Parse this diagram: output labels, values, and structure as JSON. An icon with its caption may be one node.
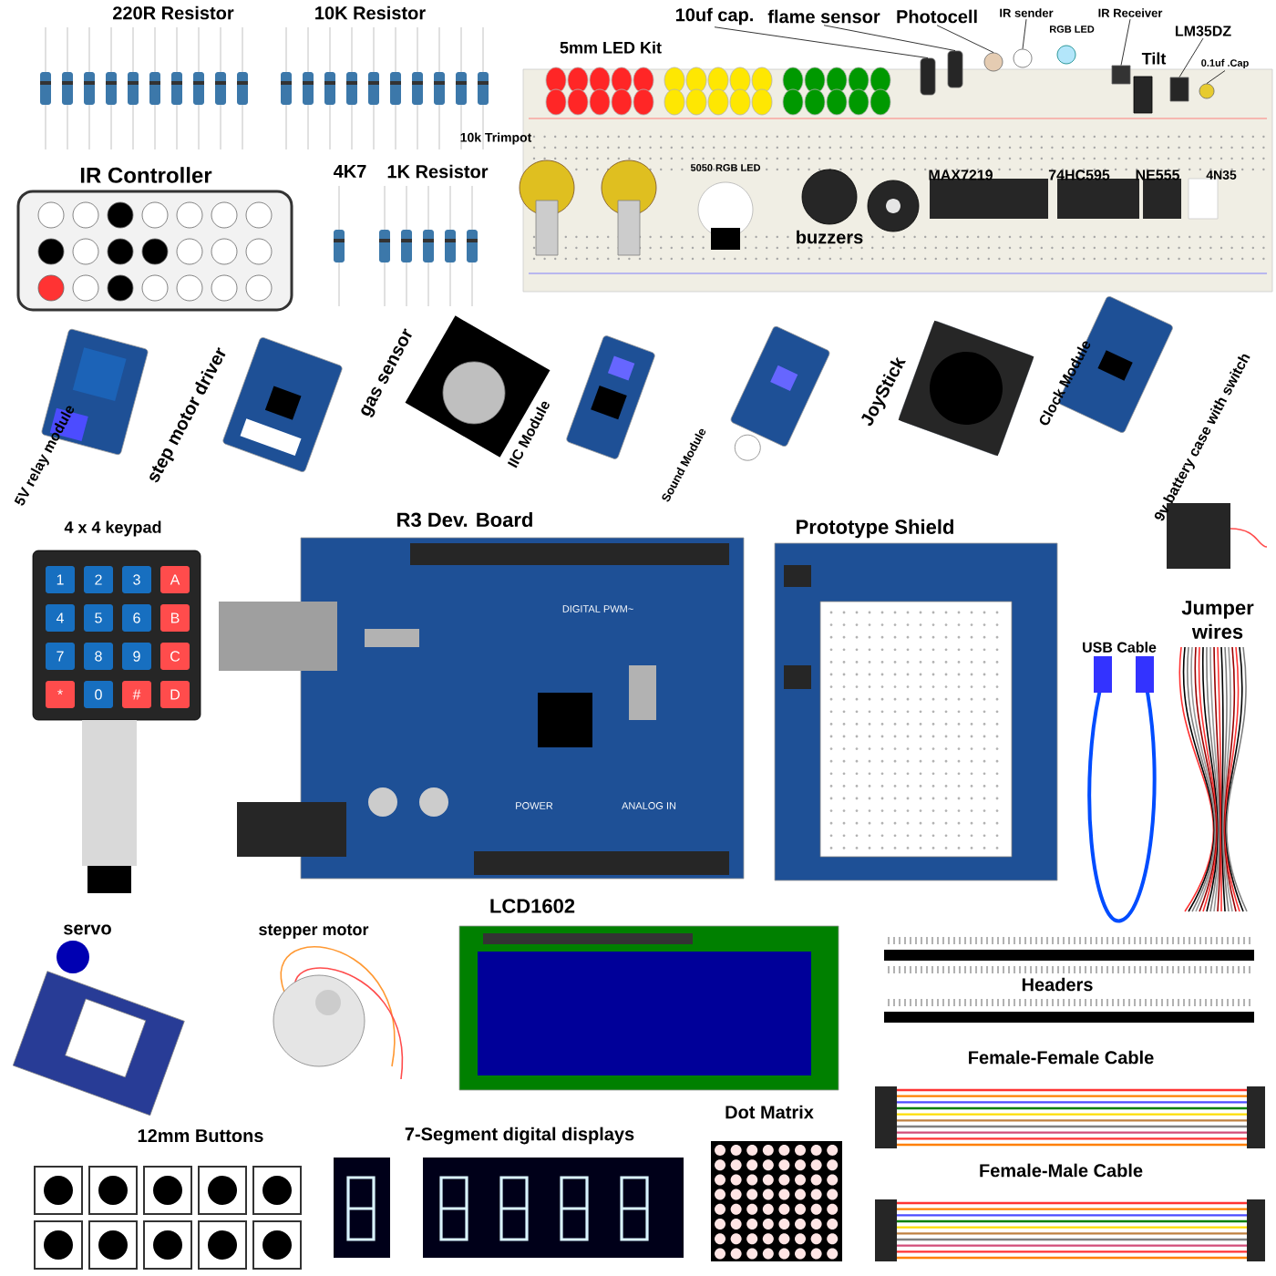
{
  "diagram": {
    "nodes": [
      {
        "text": [
          "10uf cap."
        ]
      },
      {
        "text": [
          "flame sensor"
        ]
      },
      {
        "text": [
          "Photocell"
        ]
      },
      {
        "text": [
          "IR sender"
        ]
      },
      {
        "text": [
          "IR Receiver"
        ]
      },
      {
        "text": [
          "LM35DZ"
        ]
      },
      {
        "text": [
          "0.1uf .Cap"
        ]
      },
      {
        "text": [],
        "shape": "cylinder"
      },
      {
        "text": [],
        "shape": "cylinder"
      },
      {
        "text": [],
        "shape": "circle"
      },
      {
        "text": [],
        "shape": "circle"
      },
      {
        "text": [],
        "shape": "box"
      },
      {
        "text": [],
        "shape": "box"
      },
      {
        "text": [],
        "shape": "circle"
      }
    ],
    "edges": [
      {
        "from": 0,
        "to": 7,
        "arrow": "none"
      },
      {
        "from": 1,
        "to": 8,
        "arrow": "none"
      },
      {
        "from": 2,
        "to": 9,
        "arrow": "none"
      },
      {
        "from": 3,
        "to": 10,
        "arrow": "none"
      },
      {
        "from": 4,
        "to": 11,
        "arrow": "none"
      },
      {
        "from": 5,
        "to": 12,
        "arrow": "none"
      },
      {
        "from": 6,
        "to": 13,
        "arrow": "none"
      }
    ],
    "labels": [
      "220R Resistor",
      "10K Resistor",
      "RGB LED",
      "Tilt",
      "5mm LED Kit",
      "IR Controller",
      "10k Trimpot",
      "4K7",
      "1K Resistor",
      "5050 RGB LED",
      "MAX7219",
      "74HC595",
      "NE555",
      "4N35",
      "buzzers",
      "5V relay module",
      "step motor driver",
      "gas sensor",
      "IIC Module",
      "Sound Module",
      "JoyStick",
      "Clock Module",
      "9v battery case with switch",
      "4 x 4 keypad",
      "R3 Dev. Board",
      "Prototype Shield",
      "1",
      "2",
      "3",
      "A",
      "4",
      "5",
      "6",
      "B",
      "7",
      "8",
      "9",
      "C",
      "*",
      "0",
      "#",
      "D",
      "DIGITAL PWM~",
      "POWER",
      "ANALOG IN",
      "Jumper wires",
      "USB Cable",
      "LCD1602",
      "servo",
      "stepper motor",
      "Headers",
      "Female-Female Cable",
      "12mm Buttons",
      "7-Segment digital displays",
      "Dot Matrix",
      "Female-Male Cable"
    ]
  }
}
